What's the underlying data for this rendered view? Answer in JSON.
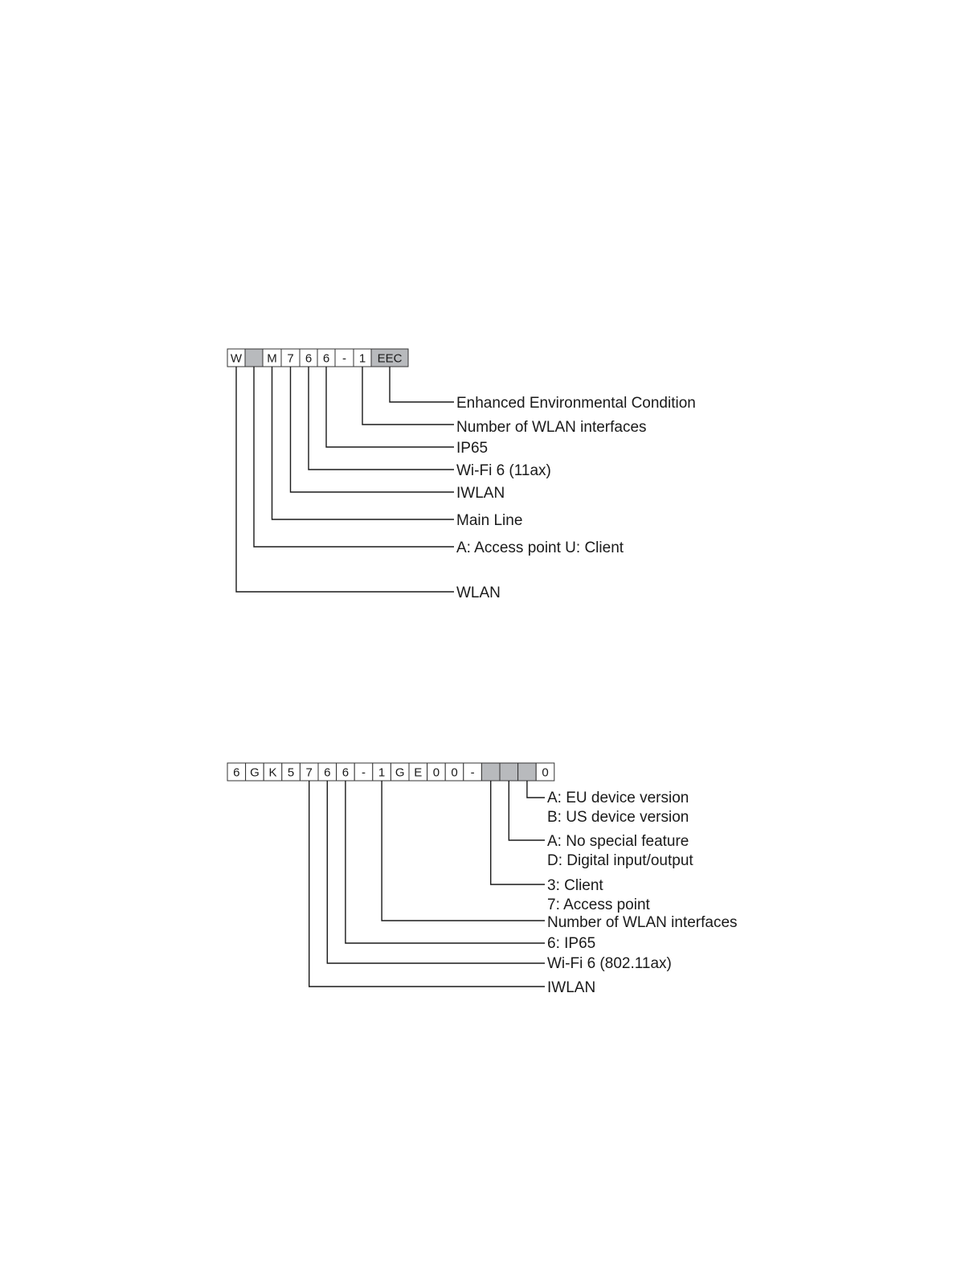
{
  "diagram1": {
    "cells": [
      {
        "text": "W",
        "shaded": false
      },
      {
        "text": "",
        "shaded": true
      },
      {
        "text": "M",
        "shaded": false
      },
      {
        "text": "7",
        "shaded": false
      },
      {
        "text": "6",
        "shaded": false
      },
      {
        "text": "6",
        "shaded": false
      },
      {
        "text": "-",
        "shaded": false
      },
      {
        "text": "1",
        "shaded": false
      },
      {
        "text": "EEC",
        "shaded": true
      }
    ],
    "labels": [
      "Enhanced Environmental Condition",
      "Number of WLAN interfaces",
      "IP65",
      "Wi-Fi 6 (11ax)",
      "IWLAN",
      "Main Line",
      "A: Access point U: Client",
      "WLAN"
    ]
  },
  "diagram2": {
    "cells": [
      {
        "text": "6",
        "shaded": false
      },
      {
        "text": "G",
        "shaded": false
      },
      {
        "text": "K",
        "shaded": false
      },
      {
        "text": "5",
        "shaded": false
      },
      {
        "text": "7",
        "shaded": false
      },
      {
        "text": "6",
        "shaded": false
      },
      {
        "text": "6",
        "shaded": false
      },
      {
        "text": "-",
        "shaded": false
      },
      {
        "text": "1",
        "shaded": false
      },
      {
        "text": "G",
        "shaded": false
      },
      {
        "text": "E",
        "shaded": false
      },
      {
        "text": "0",
        "shaded": false
      },
      {
        "text": "0",
        "shaded": false
      },
      {
        "text": "-",
        "shaded": false
      },
      {
        "text": "",
        "shaded": true
      },
      {
        "text": "",
        "shaded": true
      },
      {
        "text": "",
        "shaded": true
      },
      {
        "text": "0",
        "shaded": false
      }
    ],
    "labels": [
      "A: EU device version",
      "B: US device version",
      "A: No special feature",
      "D: Digital input/output",
      "3: Client",
      "7: Access point",
      "Number of WLAN interfaces",
      "6: IP65",
      "Wi-Fi 6 (802.11ax)",
      "IWLAN"
    ]
  },
  "colors": {
    "shaded": "#b8babd",
    "line": "#1a1a1a",
    "border": "#333333"
  }
}
